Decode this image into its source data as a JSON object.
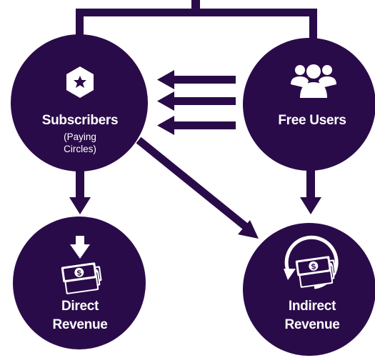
{
  "colors": {
    "primary": "#2a0b49",
    "white": "#ffffff"
  },
  "nodes": {
    "subscribers": {
      "title": "Subscribers",
      "subtitle_line1": "(Paying",
      "subtitle_line2": "Circles)",
      "icon": "star-hexagon-icon"
    },
    "free_users": {
      "title": "Free Users",
      "icon": "users-group-icon"
    },
    "direct_revenue": {
      "title_line1": "Direct",
      "title_line2": "Revenue",
      "icon": "money-down-arrow-icon"
    },
    "indirect_revenue": {
      "title_line1": "Indirect",
      "title_line2": "Revenue",
      "icon": "money-cycle-icon"
    }
  },
  "connectors": [
    "top-bracket",
    "free-to-subscribers-arrows",
    "subscribers-to-direct-revenue",
    "subscribers-to-indirect-revenue",
    "free-users-to-indirect-revenue"
  ]
}
